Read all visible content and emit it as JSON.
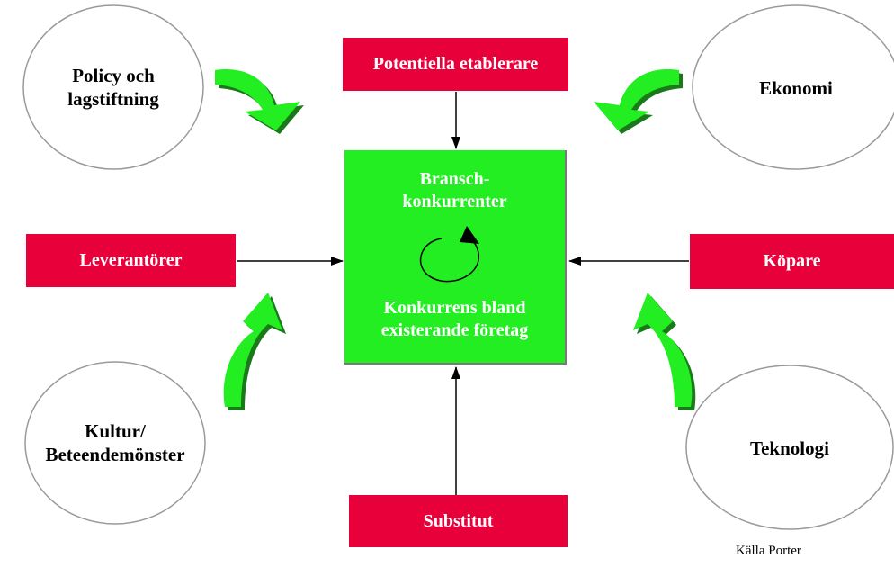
{
  "forces": {
    "entrants": "Potentiella etablerare",
    "suppliers": "Leverantörer",
    "buyers": "Köpare",
    "substitutes": "Substitut"
  },
  "center": {
    "title_line1": "Bransch-",
    "title_line2": "konkurrenter",
    "subtitle_line1": "Konkurrens bland",
    "subtitle_line2": "existerande företag"
  },
  "factors": {
    "policy_line1": "Policy och",
    "policy_line2": "lagstiftning",
    "economy": "Ekonomi",
    "culture_line1": "Kultur/",
    "culture_line2": "Beteendemönster",
    "technology": "Teknologi"
  },
  "source": "Källa Porter",
  "colors": {
    "force_box": "#e8003a",
    "center_box": "#22ee22",
    "influence_arrow": "#22ee22",
    "influence_arrow_shadow": "#1a7a1a"
  }
}
